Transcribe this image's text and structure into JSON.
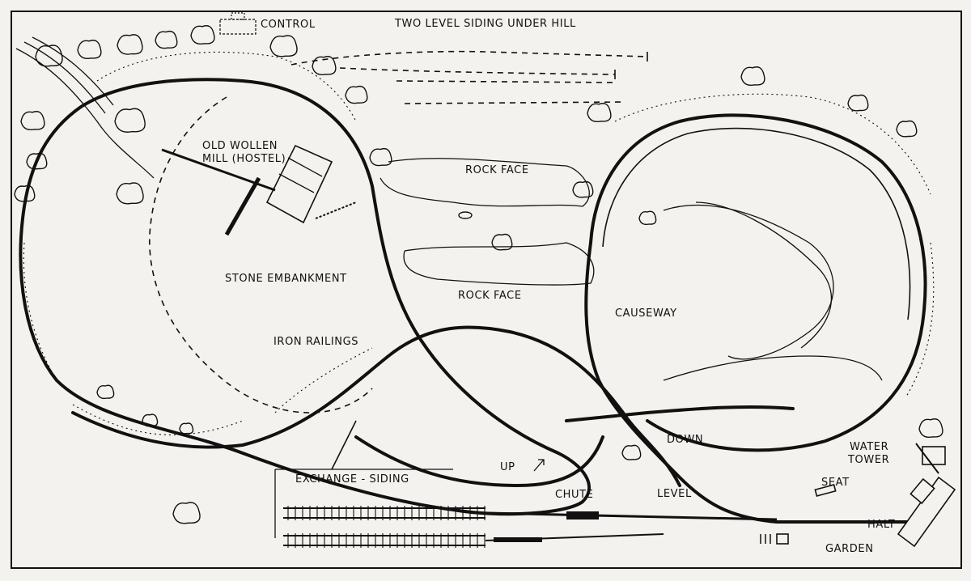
{
  "title": "TWO LEVEL SIDING UNDER HILL",
  "labels": {
    "control": "CONTROL",
    "mill_line1": "OLD WOLLEN",
    "mill_line2": "MILL (HOSTEL)",
    "rock_face_top": "ROCK FACE",
    "rock_face_mid": "ROCK FACE",
    "stone_embankment": "STONE EMBANKMENT",
    "causeway": "CAUSEWAY",
    "iron_railings": "IRON RAILINGS",
    "down": "DOWN",
    "up": "UP",
    "water_line1": "WATER",
    "water_line2": "TOWER",
    "seat": "SEAT",
    "exchange_siding": "EXCHANGE - SIDING",
    "chute": "CHUTE",
    "level": "LEVEL",
    "halt": "HALT",
    "garden": "GARDEN"
  }
}
